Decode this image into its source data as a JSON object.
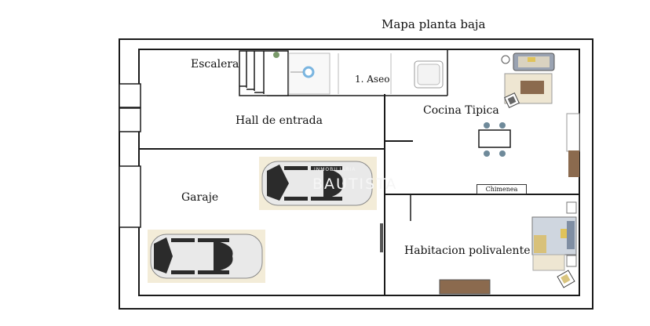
{
  "plan": {
    "title": "Mapa planta baja",
    "rooms": {
      "escalera": "Escalera",
      "hall": "Hall de entrada",
      "aseo": "1. Aseo",
      "cocina": "Cocina Tipica",
      "garaje": "Garaje",
      "habitacion": "Habitacion polivalente"
    },
    "fixtures": {
      "chimenea": "Chimenea"
    },
    "watermark": {
      "top": "INMOBILIARIA",
      "main": "BAUTISTA"
    }
  },
  "colors": {
    "wall": "#1a1a1a",
    "car_body": "#e9e9e9",
    "car_glass": "#2b2b2b",
    "car_mat": "#f3ecd8",
    "wood": "#8b6a4e",
    "rug": "#eee6d2",
    "sofa": "#9aa3b2"
  },
  "icons": [
    "car-icon",
    "sofa-icon",
    "table-icon",
    "bed-icon",
    "toilet-icon",
    "shower-icon",
    "chair-icon",
    "bench-icon"
  ]
}
